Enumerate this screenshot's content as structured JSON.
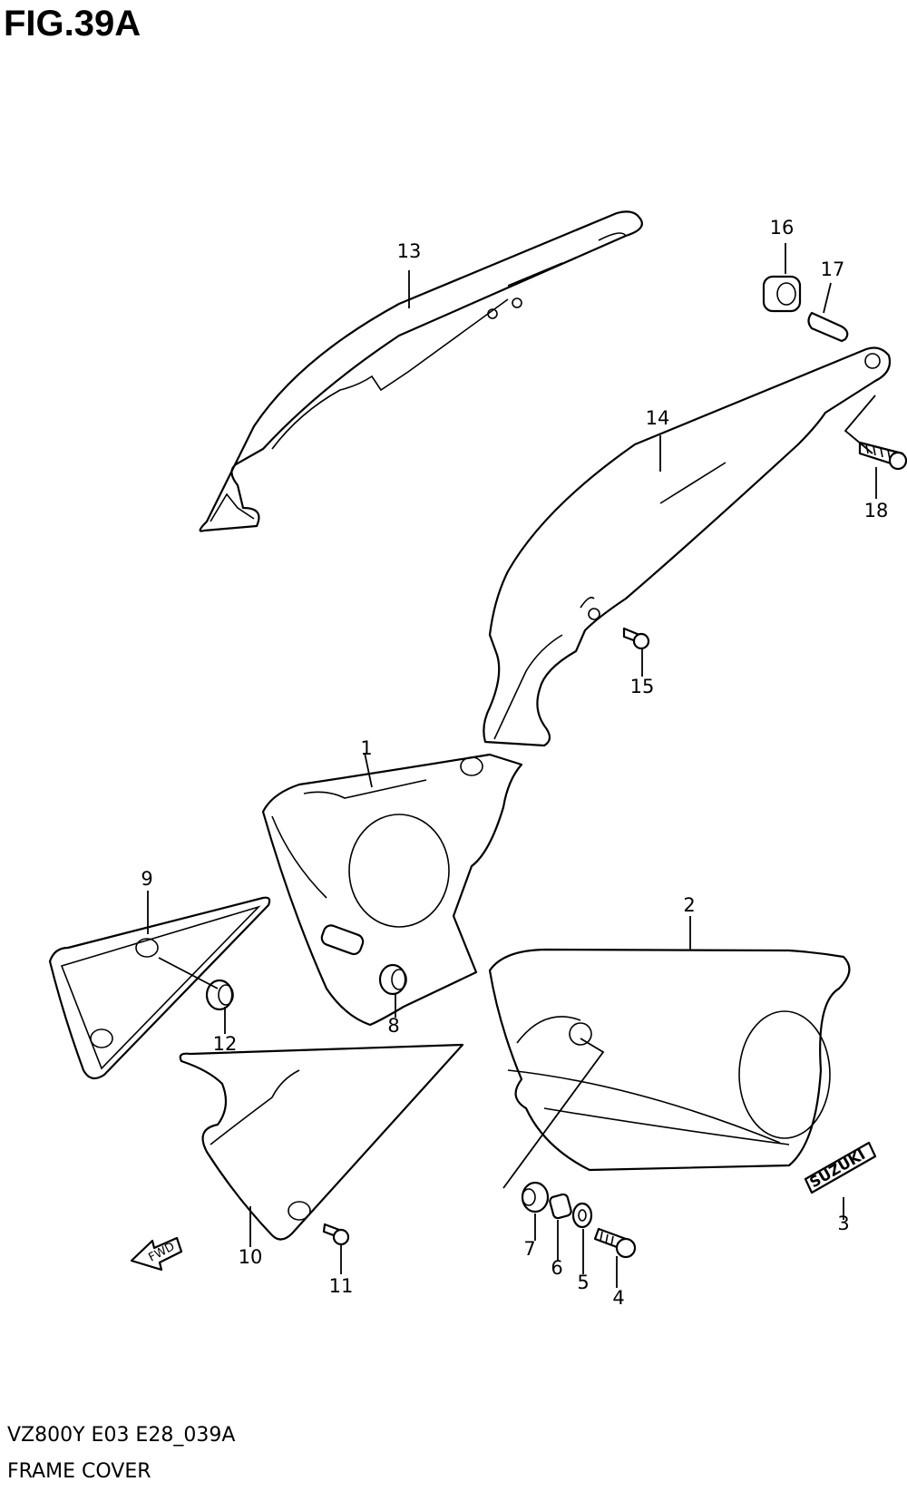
{
  "figure": {
    "title": "FIG.39A",
    "code": "VZ800Y E03 E28_039A",
    "name": "FRAME COVER"
  },
  "callouts": [
    "1",
    "2",
    "3",
    "4",
    "5",
    "6",
    "7",
    "8",
    "9",
    "10",
    "11",
    "12",
    "13",
    "14",
    "15",
    "16",
    "17",
    "18"
  ],
  "emblem_text": "SUZUKI",
  "arrow_text": "FWD"
}
